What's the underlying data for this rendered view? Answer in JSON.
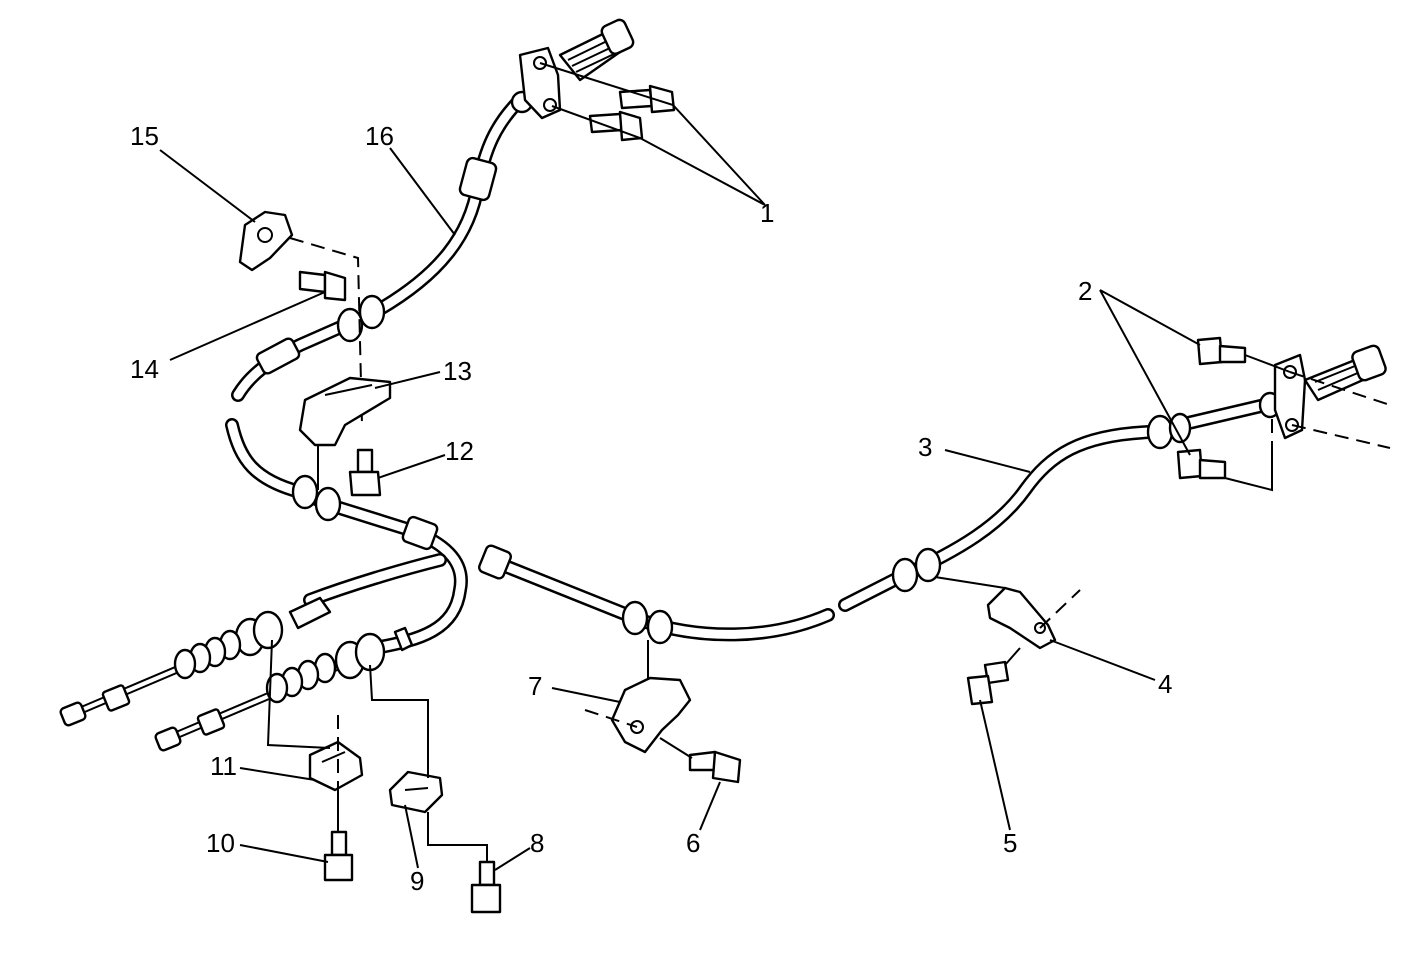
{
  "diagram": {
    "callouts": [
      {
        "id": "1",
        "text": "1"
      },
      {
        "id": "2",
        "text": "2"
      },
      {
        "id": "3",
        "text": "3"
      },
      {
        "id": "4",
        "text": "4"
      },
      {
        "id": "5",
        "text": "5"
      },
      {
        "id": "6",
        "text": "6"
      },
      {
        "id": "7",
        "text": "7"
      },
      {
        "id": "8",
        "text": "8"
      },
      {
        "id": "9",
        "text": "9"
      },
      {
        "id": "10",
        "text": "10"
      },
      {
        "id": "11",
        "text": "11"
      },
      {
        "id": "12",
        "text": "12"
      },
      {
        "id": "13",
        "text": "13"
      },
      {
        "id": "14",
        "text": "14"
      },
      {
        "id": "15",
        "text": "15"
      },
      {
        "id": "16",
        "text": "16"
      }
    ],
    "line_color": "#000000",
    "background": "#ffffff"
  }
}
